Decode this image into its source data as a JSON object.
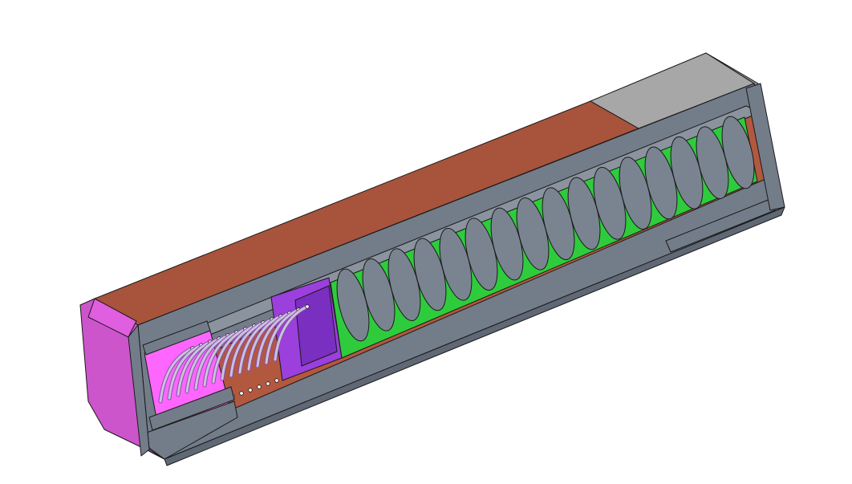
{
  "scene": {
    "subject": "cad-section-view",
    "colors": {
      "background": "#ffffff",
      "housing": "#737d89",
      "housing_dark": "#5f6874",
      "housing_light": "#8a939e",
      "top_face": "#a8533c",
      "inner_floor": "#b2583f",
      "end_block": "#a7a7a7",
      "end_block_side": "#8d8d8d",
      "left_cap": "#cc55cc",
      "left_cap_face": "#e05ee0",
      "left_cap_inner": "#ff66ff",
      "contact_block": "#9b3fdd",
      "contact_block_dark": "#7a2fc0",
      "coil_turn": "#7a8490",
      "coil_gap": "#2ecc3c",
      "spring_wire": "#c9c3d8",
      "spring_wire_shadow": "#8a4bb2",
      "outline": "#1a1a1a"
    },
    "coil_count": 16,
    "spring_turns": 14
  }
}
